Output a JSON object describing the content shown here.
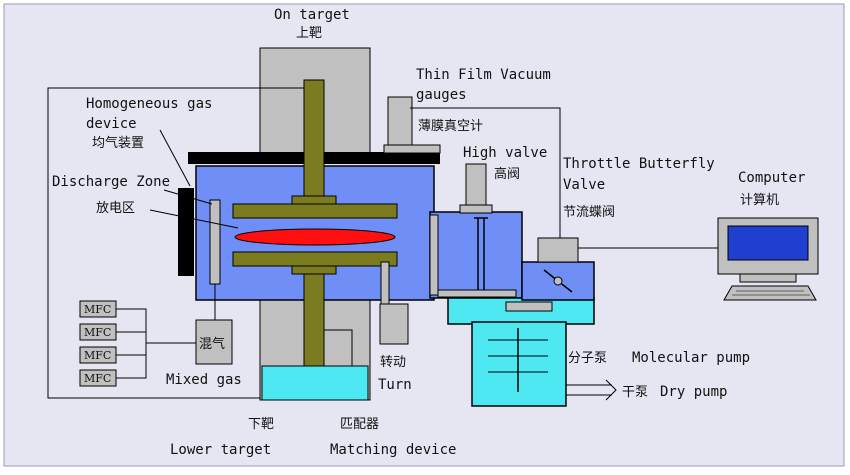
{
  "labels": {
    "on_target_en": "On target",
    "on_target_cn": "上靶",
    "homog_en_1": "Homogeneous gas",
    "homog_en_2": "device",
    "homog_cn": "均气装置",
    "discharge_en": "Discharge Zone",
    "discharge_cn": "放电区",
    "tfvg_en_1": "Thin Film Vacuum",
    "tfvg_en_2": "gauges",
    "tfvg_cn": "薄膜真空计",
    "high_valve_en": "High valve",
    "high_valve_cn": "高阀",
    "throttle_en_1": "Throttle Butterfly",
    "throttle_en_2": "Valve",
    "throttle_cn": "节流蝶阀",
    "computer_en": "Computer",
    "computer_cn": "计算机",
    "mfc": "MFC",
    "mixer_cn": "混气",
    "mixed_gas_en": "Mixed gas",
    "turn_cn": "转动",
    "turn_en": "Turn",
    "molecular_cn": "分子泵",
    "molecular_en": "Molecular pump",
    "dry_cn": "干泵",
    "dry_en": "Dry pump",
    "lower_cn": "下靶",
    "lower_en": "Lower target",
    "matching_cn": "匹配器",
    "matching_en": "Matching device"
  },
  "colors": {
    "background": "#e6e6f2",
    "chamber": "#6f8ef6",
    "rod": "#7b7b1f",
    "plasma": "#ff1010",
    "water": "#4de8f2",
    "gray": "#c0c0c0",
    "black": "#000000",
    "screen": "#1f3fd0"
  }
}
